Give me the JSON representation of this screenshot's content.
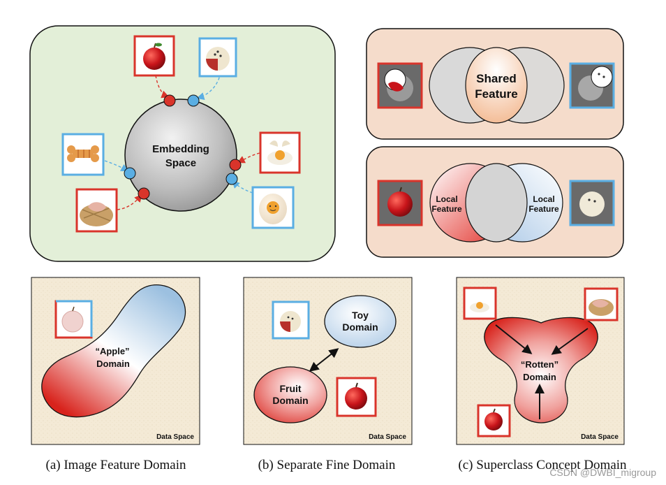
{
  "panel_top_left": {
    "center_label_line1": "Embedding",
    "center_label_line2": "Space"
  },
  "panel_top_right_upper": {
    "label_line1": "Shared",
    "label_line2": "Feature"
  },
  "panel_top_right_lower": {
    "left_label_line1": "Local",
    "left_label_line2": "Feature",
    "right_label_line1": "Local",
    "right_label_line2": "Feature"
  },
  "panel_a": {
    "domain_line1": "“Apple”",
    "domain_line2": "Domain",
    "data_space": "Data Space",
    "caption": "(a) Image Feature Domain"
  },
  "panel_b": {
    "toy_line1": "Toy",
    "toy_line2": "Domain",
    "fruit_line1": "Fruit",
    "fruit_line2": "Domain",
    "data_space": "Data Space",
    "caption": "(b) Separate Fine Domain"
  },
  "panel_c": {
    "domain_line1": "“Rotten”",
    "domain_line2": "Domain",
    "data_space": "Data Space",
    "caption": "(c) Superclass Concept Domain"
  },
  "watermark": "CSDN @DWBI_migroup",
  "colors": {
    "red_frame": "#d9342b",
    "blue_frame": "#5aaee3",
    "green_panel": "#e3efd8",
    "peach_panel": "#f5dccb",
    "paper": "#f4ead6"
  }
}
